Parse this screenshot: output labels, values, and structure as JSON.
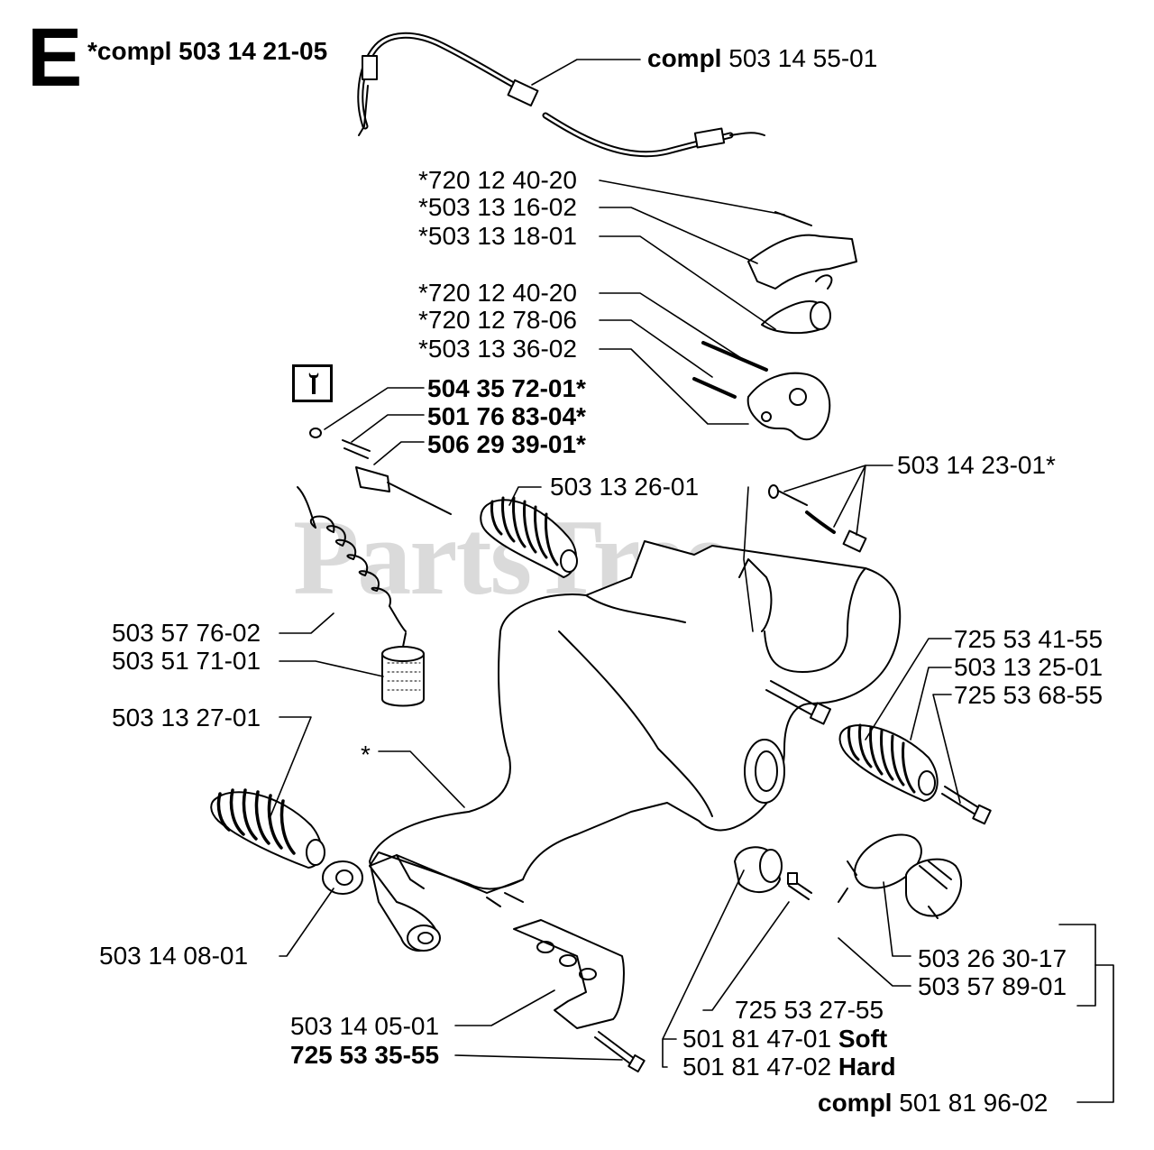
{
  "section_letter": "E",
  "watermark": "PartsTree",
  "tool_icon": "wrench-icon",
  "labels": {
    "top_cable": {
      "prefix": "*compl",
      "part": "503 14 21-05"
    },
    "cable_compl": {
      "prefix": "compl",
      "part": "503 14 55-01"
    },
    "p1": "*720 12 40-20",
    "p2": "*503 13 16-02",
    "p3": "*503 13 18-01",
    "p4": "*720 12 40-20",
    "p5": "*720 12 78-06",
    "p6": "*503 13 36-02",
    "p7": "504 35 72-01*",
    "p8": "501 76 83-04*",
    "p9": "506 29 39-01*",
    "p10": "503 14 23-01*",
    "p11": "503 13 26-01",
    "p12": "503 57 76-02",
    "p13": "503 51 71-01",
    "p14": "725 53 41-55",
    "p15": "503 13 25-01",
    "p16": "725 53 68-55",
    "p17": "503 13 27-01",
    "p18": "*",
    "p19": "503 14 08-01",
    "p20": "503 26 30-17",
    "p21": "503 57 89-01",
    "p22": "725 53 27-55",
    "p23": "503 14 05-01",
    "p24": "725 53 35-55",
    "p25": {
      "part": "501 81 47-01",
      "suffix": "Soft"
    },
    "p26": {
      "part": "501 81 47-02",
      "suffix": "Hard"
    },
    "p27": {
      "prefix": "compl",
      "part": "501 81 96-02"
    }
  }
}
